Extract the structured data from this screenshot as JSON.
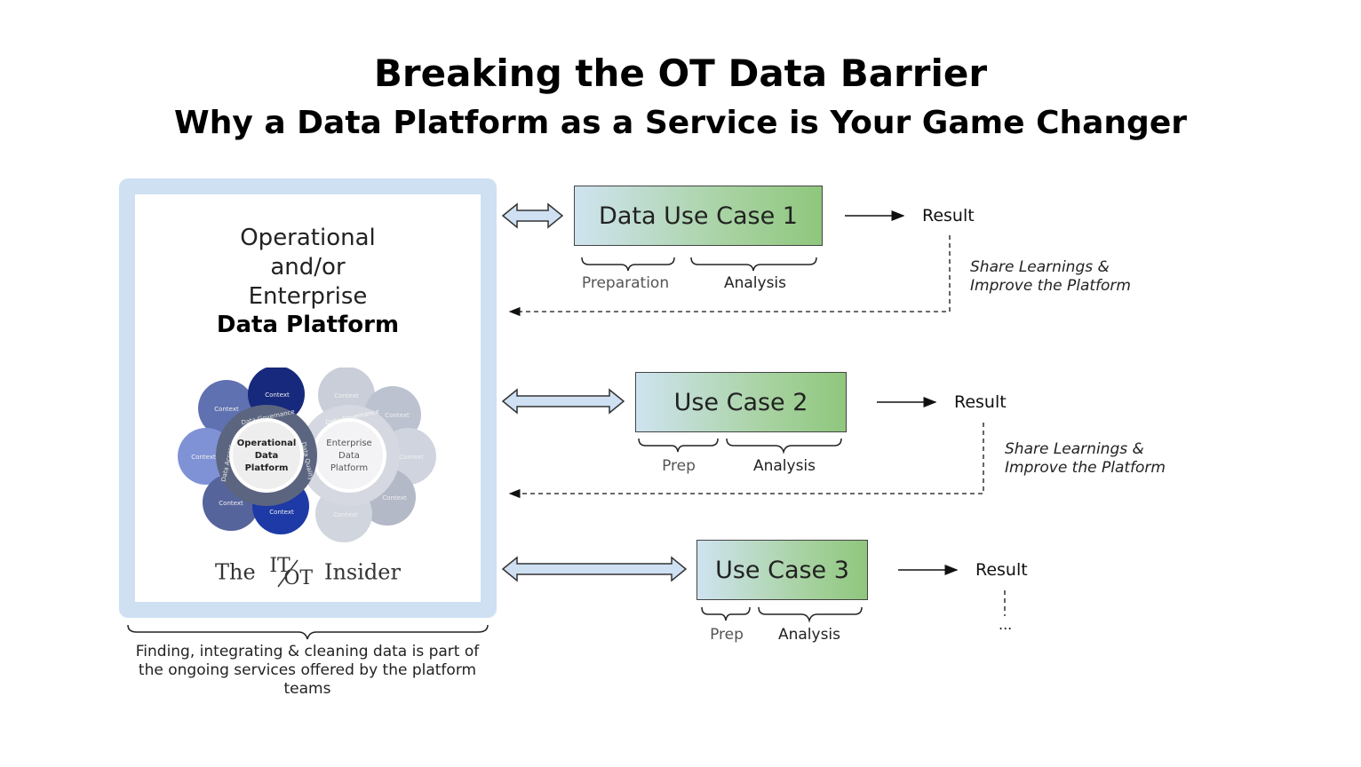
{
  "title": "Breaking the OT Data Barrier",
  "subtitle": "Why a Data Platform as a Service is Your Game Changer",
  "platform": {
    "line1": "Operational",
    "line2": "and/or",
    "line3": "Enterprise",
    "line4": "Data Platform",
    "ot_core": [
      "Operational",
      "Data",
      "Platform"
    ],
    "ent_core": [
      "Enterprise",
      "Data",
      "Platform"
    ],
    "ring_labels": [
      "Data Governance",
      "Data Access",
      "Data Quality"
    ],
    "context_label": "Context",
    "brand_pre": "The",
    "brand_it": "IT",
    "brand_ot": "OT",
    "brand_post": "Insider",
    "colors": {
      "frame": "#cfe0f3",
      "ot_dark": "#1a2e82",
      "ot_mid": "#5e6fae",
      "ent_grey": "#c7ccd8"
    }
  },
  "bottom_note": "Finding, integrating & cleaning data is part of the ongoing services offered by the platform teams",
  "use_cases": [
    {
      "label": "Data Use Case  1",
      "prep": "Preparation",
      "analysis": "Analysis",
      "result": "Result"
    },
    {
      "label": "Use Case 2",
      "prep": "Prep",
      "analysis": "Analysis",
      "result": "Result"
    },
    {
      "label": "Use Case 3",
      "prep": "Prep",
      "analysis": "Analysis",
      "result": "Result"
    }
  ],
  "feedback": [
    "Share Learnings & Improve the Platform",
    "Share Learnings & Improve the Platform"
  ],
  "ellipsis": "..."
}
